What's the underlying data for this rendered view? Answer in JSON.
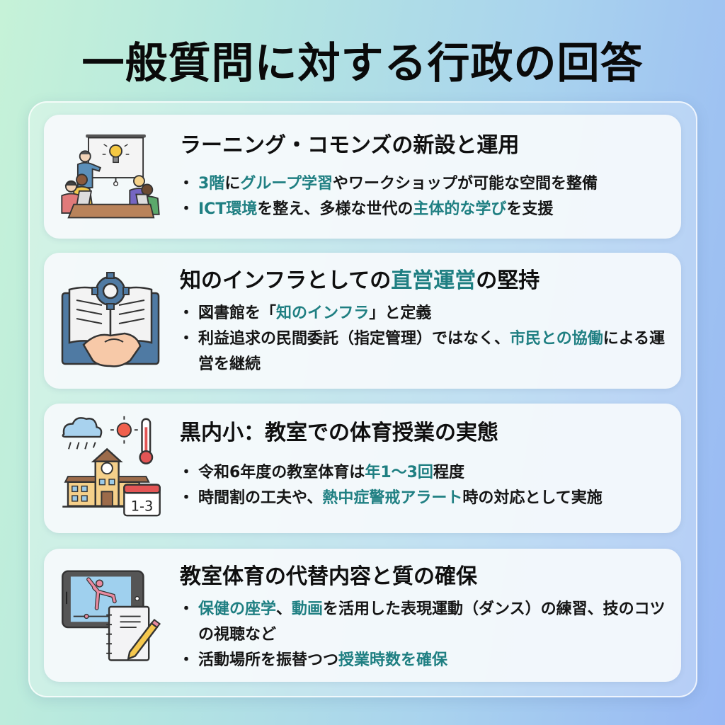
{
  "title": "一般質問に対する行政の回答",
  "colors": {
    "highlight": "#1f7f82",
    "text": "#111111",
    "bg_gradient_start": "#c6f2d8",
    "bg_gradient_end": "#98b8f4"
  },
  "cards": [
    {
      "icon": "classroom-presentation-icon",
      "heading": "ラーニング・コモンズの新設と運用",
      "bullets": [
        {
          "segments": [
            {
              "text": "3階",
              "hl": true
            },
            {
              "text": "に",
              "hl": false
            },
            {
              "text": "グループ学習",
              "hl": true
            },
            {
              "text": "やワークショップが可能な空間を整備",
              "hl": false
            }
          ]
        },
        {
          "segments": [
            {
              "text": "ICT環境",
              "hl": true
            },
            {
              "text": "を整え、多様な世代の",
              "hl": false
            },
            {
              "text": "主体的な学び",
              "hl": true
            },
            {
              "text": "を支援",
              "hl": false
            }
          ]
        }
      ]
    },
    {
      "icon": "book-gear-handshake-icon",
      "heading_segments": [
        {
          "text": "知のインフラとしての",
          "hl": false
        },
        {
          "text": "直営運営",
          "hl": true
        },
        {
          "text": "の堅持",
          "hl": false
        }
      ],
      "bullets": [
        {
          "segments": [
            {
              "text": "図書館を「",
              "hl": false
            },
            {
              "text": "知のインフラ",
              "hl": true
            },
            {
              "text": "」と定義",
              "hl": false
            }
          ]
        },
        {
          "segments": [
            {
              "text": "利益追求の民間委託（指定管理）ではなく、",
              "hl": false
            },
            {
              "text": "市民との協働",
              "hl": true
            },
            {
              "text": "による運営を継続",
              "hl": false
            }
          ]
        }
      ]
    },
    {
      "icon": "school-weather-calendar-icon",
      "heading": "黒内小：教室での体育授業の実態",
      "calendar_label": "1-3",
      "bullets": [
        {
          "segments": [
            {
              "text": "令和6年度の教室体育は",
              "hl": false
            },
            {
              "text": "年1～3回",
              "hl": true
            },
            {
              "text": "程度",
              "hl": false
            }
          ]
        },
        {
          "segments": [
            {
              "text": "時間割の工夫や、",
              "hl": false
            },
            {
              "text": "熱中症警戒アラート",
              "hl": true
            },
            {
              "text": "時の対応として実施",
              "hl": false
            }
          ]
        }
      ]
    },
    {
      "icon": "tablet-dance-notebook-icon",
      "heading": "教室体育の代替内容と質の確保",
      "bullets": [
        {
          "segments": [
            {
              "text": "保健の座学",
              "hl": true
            },
            {
              "text": "、",
              "hl": false
            },
            {
              "text": "動画",
              "hl": true
            },
            {
              "text": "を活用した表現運動（ダンス）の練習、技のコツの視聴など",
              "hl": false
            }
          ]
        },
        {
          "segments": [
            {
              "text": "活動場所を振替つつ",
              "hl": false
            },
            {
              "text": "授業時数を確保",
              "hl": true
            }
          ]
        }
      ]
    }
  ]
}
